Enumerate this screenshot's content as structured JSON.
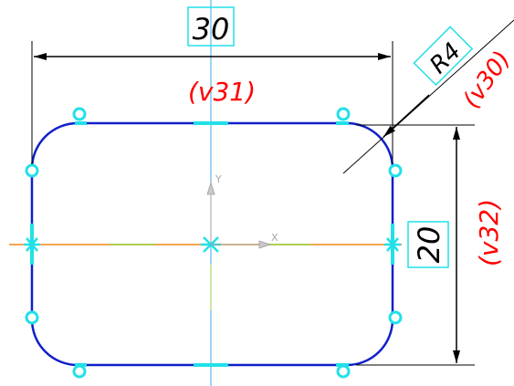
{
  "drawing": {
    "width_dimension": {
      "value": "30",
      "variable": "(v31)"
    },
    "height_dimension": {
      "value": "20",
      "variable": "(v32)"
    },
    "radius_dimension": {
      "value": "R4",
      "variable": "(v30)"
    },
    "axis_labels": {
      "x": "X",
      "y": "Y"
    }
  },
  "colors": {
    "outline": "#1020c8",
    "snap_point": "#22e0e8",
    "dimension_line": "#000000",
    "dimension_box": "#22e0e8",
    "variable_text": "#ff0000",
    "vertical_axis": "#3aa8e8",
    "horizontal_axis": "#f08a18",
    "origin_marker": "#a0a0a0"
  }
}
